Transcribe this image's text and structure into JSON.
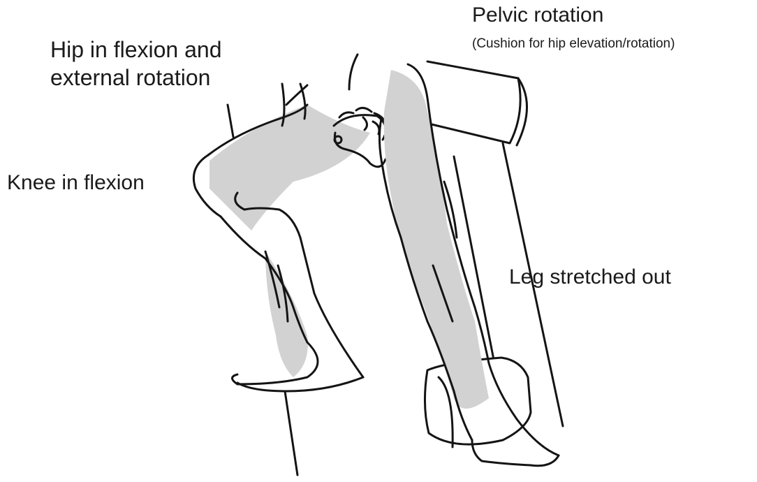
{
  "labels": {
    "pelvic_rotation": "Pelvic rotation",
    "cushion_note": "(Cushion for hip elevation/rotation)",
    "hip_line1": "Hip in flexion and",
    "hip_line2": "external rotation",
    "knee": "Knee in flexion",
    "leg": "Leg stretched out"
  },
  "colors": {
    "line": "#141414",
    "skin_shade": "#d2d2d2",
    "background": "#ffffff"
  }
}
